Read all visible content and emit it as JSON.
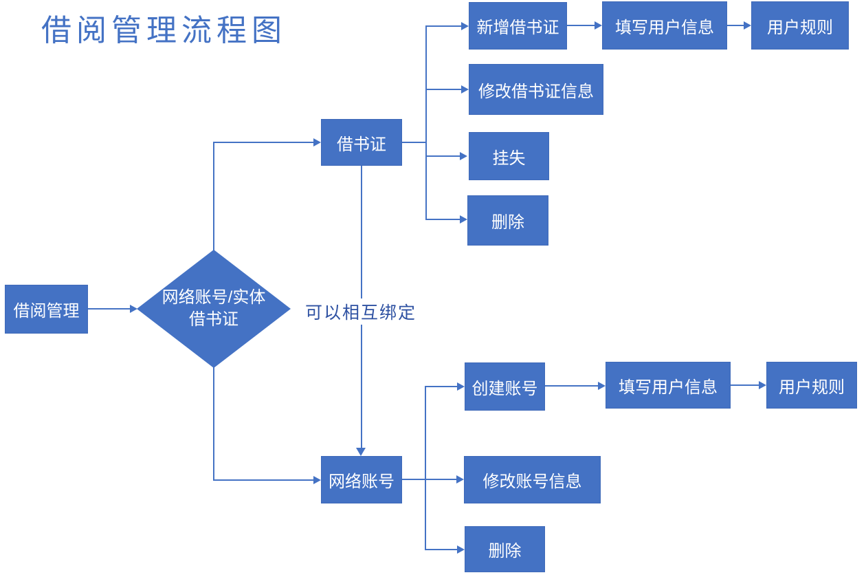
{
  "title": "借阅管理流程图",
  "colors": {
    "node_fill": "#4472C4",
    "node_border": "#3E69B8",
    "line": "#4472C4",
    "title_color": "#4472C4",
    "label_color": "#2E51A2",
    "node_text": "#FFFFFF",
    "canvas_bg": "#FFFFFF"
  },
  "nodes": {
    "root": {
      "label": "借阅管理"
    },
    "decision": {
      "line1": "网络账号/实体",
      "line2": "借书证"
    },
    "card": {
      "label": "借书证"
    },
    "card_add": {
      "label": "新增借书证"
    },
    "card_fill_info": {
      "label": "填写用户信息"
    },
    "card_rules": {
      "label": "用户规则"
    },
    "card_modify": {
      "label": "修改借书证信息"
    },
    "card_report_loss": {
      "label": "挂失"
    },
    "card_delete": {
      "label": "删除"
    },
    "account": {
      "label": "网络账号"
    },
    "account_create": {
      "label": "创建账号"
    },
    "account_fill_info": {
      "label": "填写用户信息"
    },
    "account_rules": {
      "label": "用户规则"
    },
    "account_modify": {
      "label": "修改账号信息"
    },
    "account_delete": {
      "label": "删除"
    }
  },
  "edge_labels": {
    "binding": "可以相互绑定"
  }
}
